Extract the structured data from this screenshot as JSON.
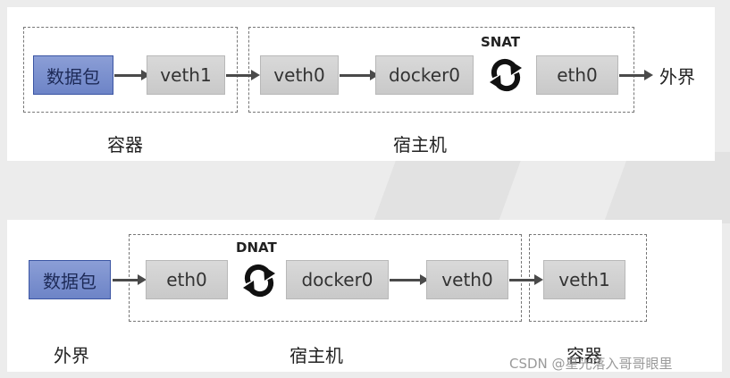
{
  "top": {
    "container_label": "容器",
    "host_label": "宿主机",
    "nat_label": "SNAT",
    "nodes": [
      "数据包",
      "veth1",
      "veth0",
      "docker0",
      "eth0"
    ],
    "outside_label": "外界"
  },
  "bottom": {
    "outside_label": "外界",
    "host_label": "宿主机",
    "container_label": "容器",
    "nat_label": "DNAT",
    "nodes": [
      "数据包",
      "eth0",
      "docker0",
      "veth0",
      "veth1"
    ]
  },
  "watermark": "CSDN @星光落入哥哥眼里",
  "colors": {
    "packet": "#7b8fd0",
    "node": "#d2d2d2",
    "dashed_border": "#777777"
  }
}
